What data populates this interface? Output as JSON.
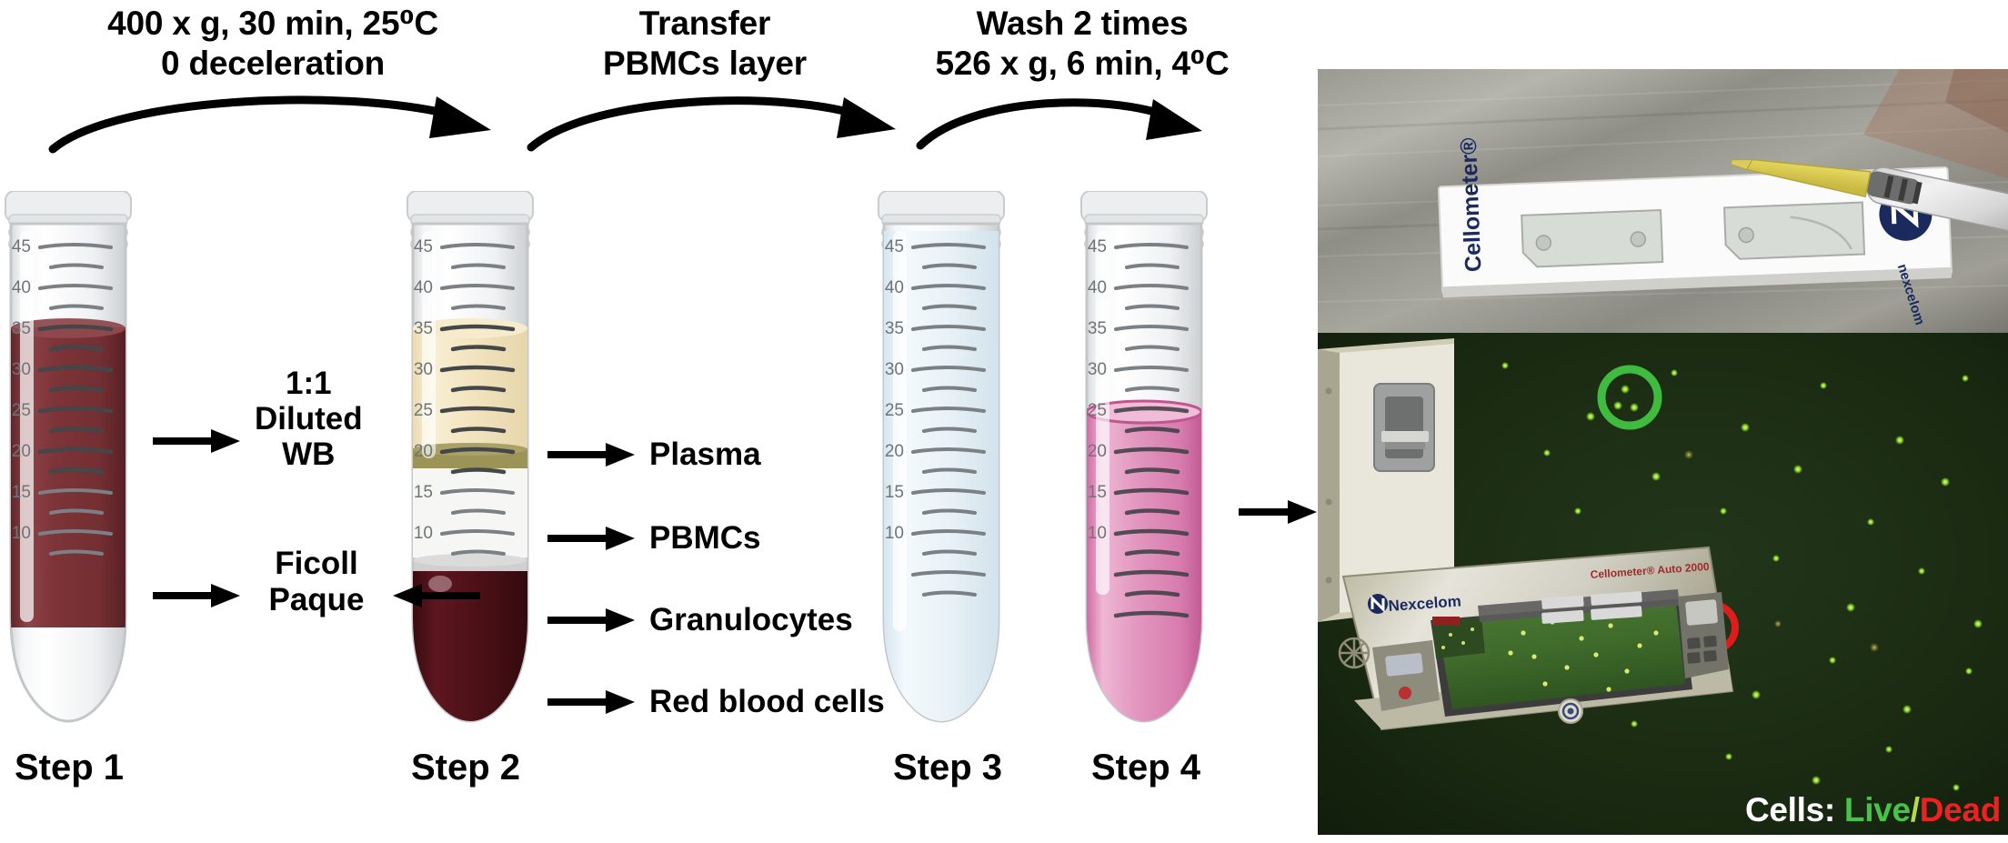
{
  "figure": {
    "title": "PBMC isolation by Ficoll-Paque density gradient centrifugation and Cellometer viability counting"
  },
  "headers": [
    {
      "name": "step1-2-header",
      "text": "400 x g, 30 min, 25⁰C\n0 deceleration"
    },
    {
      "name": "step2-3-header",
      "text": "Transfer\nPBMCs layer"
    },
    {
      "name": "step3-4-header",
      "text": "Wash 2 times\n526 x g, 6 min, 4⁰C"
    }
  ],
  "tubes": [
    {
      "id": "tube-step-1",
      "step_label": "Step 1",
      "graduations": [
        45,
        40,
        35,
        30,
        25,
        20,
        15,
        10
      ],
      "contents": "Whole blood diluted 1:1",
      "fill_color": "#7d3438",
      "fill_top_value": 37,
      "fill_bottom_value": 15
    },
    {
      "id": "tube-step-2",
      "step_label": "Step 2",
      "graduations": [
        45,
        40,
        35,
        30,
        25,
        20,
        15,
        10
      ],
      "contents": "Separated gradient layers",
      "layers": [
        {
          "name": "plasma",
          "label": "Plasma",
          "color": "#f2e3bd",
          "top_value": 37,
          "bottom_value": 20
        },
        {
          "name": "pbmcs",
          "label": "PBMCs",
          "color": "#9c9457",
          "top_value": 20,
          "bottom_value": 18
        },
        {
          "name": "ficoll",
          "label": "Ficoll Paque",
          "color": "#f4f4f2",
          "top_value": 18,
          "bottom_value": 10
        },
        {
          "name": "granulocytes",
          "label": "Granulocytes",
          "color": "#c9c9c9",
          "top_value": 10,
          "bottom_value": 9
        },
        {
          "name": "red-blood-cells",
          "label": "Red blood cells",
          "color": "#4a1016",
          "top_value": 9,
          "bottom_value": 0
        }
      ]
    },
    {
      "id": "tube-step-3",
      "step_label": "Step 3",
      "graduations": [
        45,
        40,
        35,
        30,
        25,
        20,
        15,
        10
      ],
      "contents": "Washed PBMCs in clear buffer",
      "fill_color": "#e9f2f7",
      "fill_top_value": 46,
      "fill_bottom_value": 0
    },
    {
      "id": "tube-step-4",
      "step_label": "Step 4",
      "graduations": [
        45,
        40,
        35,
        30,
        25,
        20,
        15,
        10
      ],
      "contents": "PBMCs resuspended in pink medium",
      "fill_color": "#dd74ab",
      "fill_top_value": 26,
      "fill_bottom_value": 0
    }
  ],
  "annotations": {
    "diluted_wb": "1:1\nDiluted\nWB",
    "ficoll_paque": "Ficoll\nPaque",
    "layer_callouts": [
      {
        "name": "callout-plasma",
        "text": "Plasma"
      },
      {
        "name": "callout-pbmcs",
        "text": "PBMCs"
      },
      {
        "name": "callout-granulocytes",
        "text": "Granulocytes"
      },
      {
        "name": "callout-red-blood-cells",
        "text": "Red blood cells"
      }
    ]
  },
  "photos": {
    "slide": {
      "name": "cellometer-slide-photo",
      "brand_text": "Cellometer®",
      "secondary_brand_text": "nexcelom",
      "description": "Cellometer counting slide with two chambers being loaded by a yellow pipette tip"
    },
    "fluorescence": {
      "name": "fluorescence-cell-image",
      "instrument_label": "Cellometer® Auto 2000",
      "instrument_brand": "Nexcelom",
      "description": "Cellometer Auto 2000 instrument beside a dark-green fluorescence field of stained cells",
      "legend": {
        "prefix": "Cells: ",
        "live": "Live",
        "separator": "/",
        "dead": "Dead"
      },
      "markers": [
        {
          "name": "live-cell-circle",
          "color": "#3fbb3f"
        },
        {
          "name": "dead-cell-circle",
          "color": "#e01b1b"
        }
      ]
    }
  },
  "colors": {
    "live": "#49c24a",
    "dead": "#ef2020",
    "blood": "#7d3438",
    "plasma": "#f2e3bd",
    "buffy": "#9c9457",
    "rbc": "#4a1016",
    "pink_media": "#dd74ab",
    "clear_buffer": "#e9f2f7"
  }
}
